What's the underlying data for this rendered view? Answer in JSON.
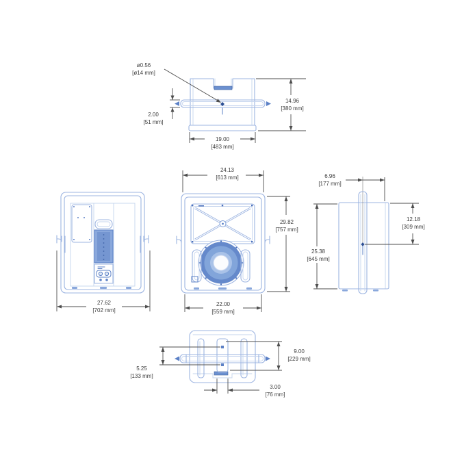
{
  "drawing": {
    "type": "engineering-dimension-drawing",
    "subject": "loudspeaker-enclosure-orthographic-views",
    "colors": {
      "outline_blue": "#9cb4e1",
      "detail_blue": "#5b80c6",
      "fill_blue": "#7ba0d8",
      "dark_fill_blue": "#6589cb",
      "marker_blue": "#2c4f94",
      "dimension_gray": "#4d4d4d",
      "text_gray": "#3c3c3c",
      "background": "#ffffff"
    }
  },
  "dims": {
    "top": {
      "hole": {
        "in": "ø0.56",
        "mm": "[ø14 mm]"
      },
      "track": {
        "in": "2.00",
        "mm": "[51 mm]"
      },
      "depth": {
        "in": "14.96",
        "mm": "[380 mm]"
      },
      "width": {
        "in": "19.00",
        "mm": "[483 mm]"
      }
    },
    "rear": {
      "width": {
        "in": "27.62",
        "mm": "[702 mm]"
      }
    },
    "front": {
      "width": {
        "in": "24.13",
        "mm": "[613 mm]"
      },
      "height": {
        "in": "29.82",
        "mm": "[757 mm]"
      },
      "inner_width": {
        "in": "22.00",
        "mm": "[559 mm]"
      }
    },
    "side": {
      "offset": {
        "in": "6.96",
        "mm": "[177 mm]"
      },
      "drop": {
        "in": "12.18",
        "mm": "[309 mm]"
      },
      "height": {
        "in": "25.38",
        "mm": "[645 mm]"
      }
    },
    "bottom": {
      "spacing": {
        "in": "5.25",
        "mm": "[133 mm]"
      },
      "depth": {
        "in": "9.00",
        "mm": "[229 mm]"
      },
      "slot": {
        "in": "3.00",
        "mm": "[76 mm]"
      }
    }
  }
}
